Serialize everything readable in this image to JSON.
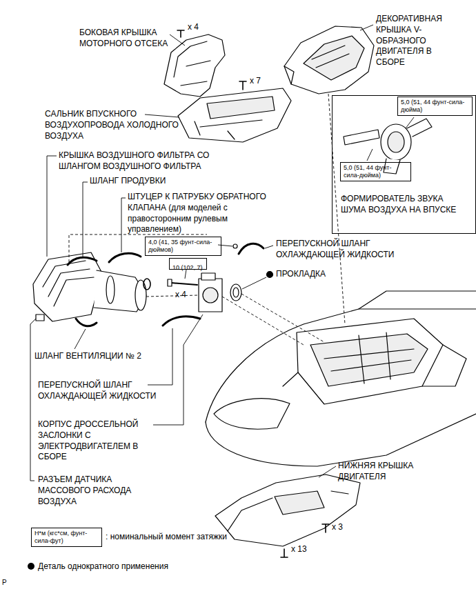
{
  "diagram": {
    "nodes": [
      {
        "text": [
          "ФОРМИРОВАТЕЛЬ ЗВУКА ШУМА ВОЗДУХА НА ВПУСКЕ"
        ]
      },
      {
        "text": [
          "5,0 (51, 44 фунт-сила-дюйма)"
        ],
        "in": 0
      },
      {
        "text": [
          "5,0 (51, 44 фунт-сила-дюйма)"
        ],
        "in": 0
      },
      {
        "text": [
          "4,0 (41, 35 фунт-сила-дюймов)"
        ]
      },
      {
        "text": [
          "10 (102, 7)"
        ]
      },
      {
        "text": [
          "Н*м (кгс*см, фунт-сила-фут)"
        ]
      }
    ],
    "labels": [
      "БОКОВАЯ КРЫШКА МОТОРНОГО ОТСЕКА",
      "x 4",
      "ДЕКОРАТИВНАЯ КРЫШКА V-ОБРАЗНОГО ДВИГАТЕЛЯ В СБОРЕ",
      "x 7",
      "САЛЬНИК ВПУСКНОГО ВОЗДУХОПРОВОДА ХОЛОДНОГО ВОЗДУХА",
      "КРЫШКА ВОЗДУШНОГО ФИЛЬТРА СО ШЛАНГОМ ВОЗДУШНОГО ФИЛЬТРА",
      "ШЛАНГ ПРОДУВКИ",
      "ШТУЦЕР К ПАТРУБКУ ОБРАТНОГО КЛАПАНА (для моделей с правосторонним рулевым управлением)",
      "ПЕРЕПУСКНОЙ ШЛАНГ ОХЛАЖДАЮЩЕЙ ЖИДКОСТИ",
      "x 4",
      "ПРОКЛАДКА",
      "ШЛАНГ ВЕНТИЛЯЦИИ № 2",
      "ПЕРЕПУСКНОЙ ШЛАНГ ОХЛАЖДАЮЩЕЙ ЖИДКОСТИ",
      "КОРПУС ДРОССЕЛЬНОЙ ЗАСЛОНКИ С ЭЛЕКТРОДВИГАТЕЛЕМ В СБОРЕ",
      "РАЗЪЕМ ДАТЧИКА МАССОВОГО РАСХОДА ВОЗДУХА",
      "НИЖНЯЯ КРЫШКА ДВИГАТЕЛЯ",
      "x 3",
      "x 13",
      ": номинальный момент затяжки",
      "P"
    ],
    "legend": [
      {
        "text": "Деталь однократного применения"
      }
    ]
  }
}
